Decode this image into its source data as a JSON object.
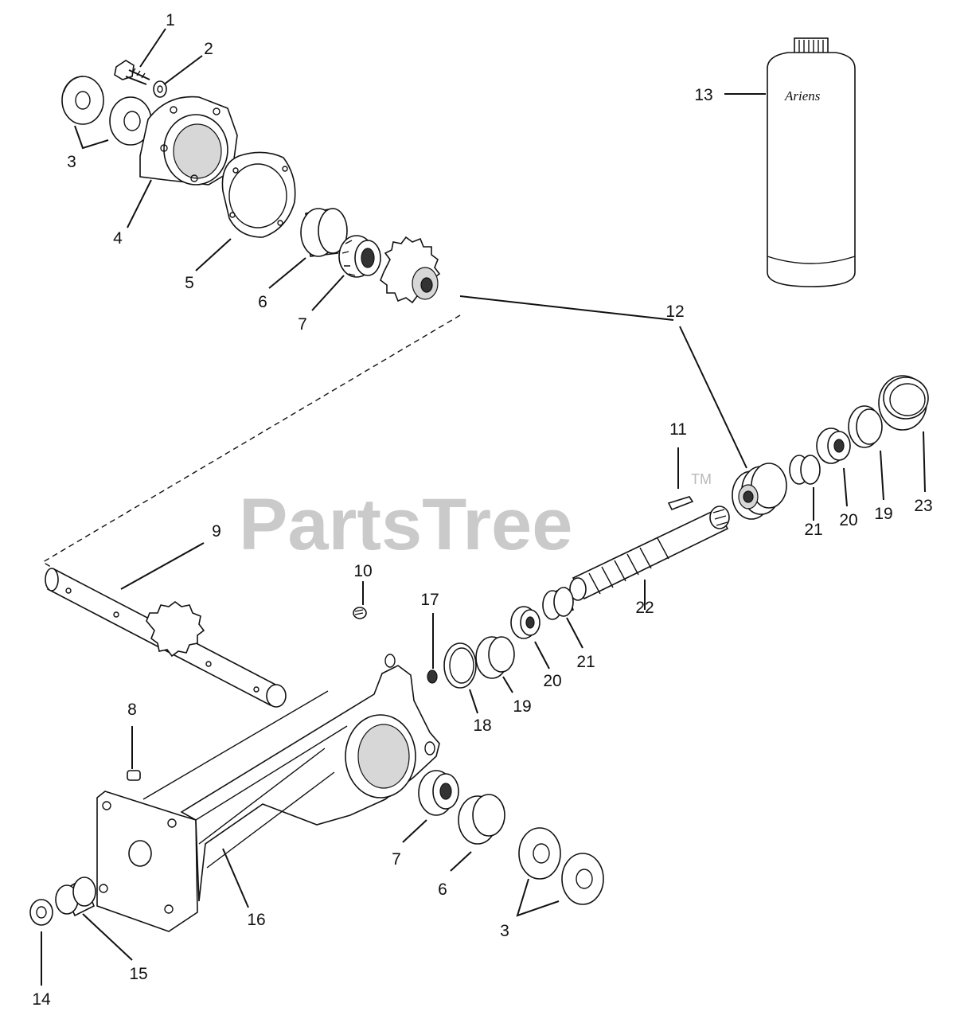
{
  "watermark": {
    "text": "PartsTree",
    "tm": "TM"
  },
  "bottle_brand": "Ariens",
  "callouts": [
    {
      "id": "c1",
      "text": "1"
    },
    {
      "id": "c2",
      "text": "2"
    },
    {
      "id": "c3a",
      "text": "3"
    },
    {
      "id": "c4",
      "text": "4"
    },
    {
      "id": "c5",
      "text": "5"
    },
    {
      "id": "c6a",
      "text": "6"
    },
    {
      "id": "c7a",
      "text": "7"
    },
    {
      "id": "c12",
      "text": "12"
    },
    {
      "id": "c13",
      "text": "13"
    },
    {
      "id": "c11",
      "text": "11"
    },
    {
      "id": "c21a",
      "text": "21"
    },
    {
      "id": "c20a",
      "text": "20"
    },
    {
      "id": "c19a",
      "text": "19"
    },
    {
      "id": "c23",
      "text": "23"
    },
    {
      "id": "c9",
      "text": "9"
    },
    {
      "id": "c10",
      "text": "10"
    },
    {
      "id": "c17",
      "text": "17"
    },
    {
      "id": "c22",
      "text": "22"
    },
    {
      "id": "c21b",
      "text": "21"
    },
    {
      "id": "c20b",
      "text": "20"
    },
    {
      "id": "c19b",
      "text": "19"
    },
    {
      "id": "c18",
      "text": "18"
    },
    {
      "id": "c8",
      "text": "8"
    },
    {
      "id": "c16",
      "text": "16"
    },
    {
      "id": "c7b",
      "text": "7"
    },
    {
      "id": "c6b",
      "text": "6"
    },
    {
      "id": "c3b",
      "text": "3"
    },
    {
      "id": "c14",
      "text": "14"
    },
    {
      "id": "c15",
      "text": "15"
    }
  ]
}
